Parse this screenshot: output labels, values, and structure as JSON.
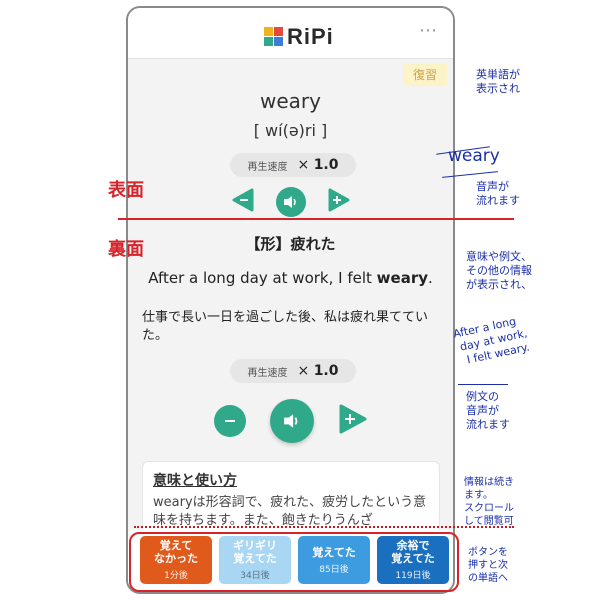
{
  "app": {
    "logo_text": "RiPi"
  },
  "header": {
    "menu_glyph": "⋯"
  },
  "badge": {
    "review": "復習"
  },
  "front": {
    "word": "weary",
    "pronunciation": "[ wí(ə)ri ]",
    "speed_label": "再生速度",
    "speed_prefix": "× ",
    "speed_value": "1.0"
  },
  "back": {
    "part_of_speech": "【形】疲れた",
    "example_en_before": "After a long day at work, I felt ",
    "example_en_bold": "weary",
    "example_en_after": ".",
    "example_ja": "仕事で長い一日を過ごした後、私は疲れ果てていた。",
    "speed_label": "再生速度",
    "speed_prefix": "× ",
    "speed_value": "1.0"
  },
  "info": {
    "title": "意味と使い方",
    "text": "wearyは形容詞で、疲れた、疲労したという意味を持ちます。また、飽きたりうんざ"
  },
  "answer_buttons": [
    {
      "label_line1": "覚えて",
      "label_line2": "なかった",
      "interval": "1分後",
      "color": "#e05a1c"
    },
    {
      "label_line1": "ギリギリ",
      "label_line2": "覚えてた",
      "interval": "34日後",
      "color": "#a9d6f2"
    },
    {
      "label_line1": "覚えてた",
      "label_line2": "",
      "interval": "85日後",
      "color": "#3d9be0"
    },
    {
      "label_line1": "余裕で",
      "label_line2": "覚えてた",
      "interval": "119日後",
      "color": "#1a6fbe"
    }
  ],
  "annotations": {
    "front_label": "表面",
    "back_label": "裏面",
    "note_word_1": "英単語が",
    "note_word_2": "表示され",
    "handwritten_word": "weary",
    "note_audio_1": "音声が",
    "note_audio_2": "流れます",
    "note_meaning_1": "意味や例文、",
    "note_meaning_2": "その他の情報",
    "note_meaning_3": "が表示され、",
    "hand_example_1": "After a long",
    "hand_example_2": "day at work,",
    "hand_example_3": "I felt weary.",
    "note_ex_audio_1": "例文の",
    "note_ex_audio_2": "音声が",
    "note_ex_audio_3": "流れます",
    "note_info_1": "情報は続き",
    "note_info_2": "ます。",
    "note_info_3": "スクロール",
    "note_info_4": "して閲覧可",
    "note_btn_1": "ボタンを",
    "note_btn_2": "押すと次",
    "note_btn_3": "の単語へ"
  },
  "colors": {
    "accent_green": "#2fa98a",
    "annotation_red": "#d8232a",
    "annotation_blue": "#1b2fa8"
  }
}
